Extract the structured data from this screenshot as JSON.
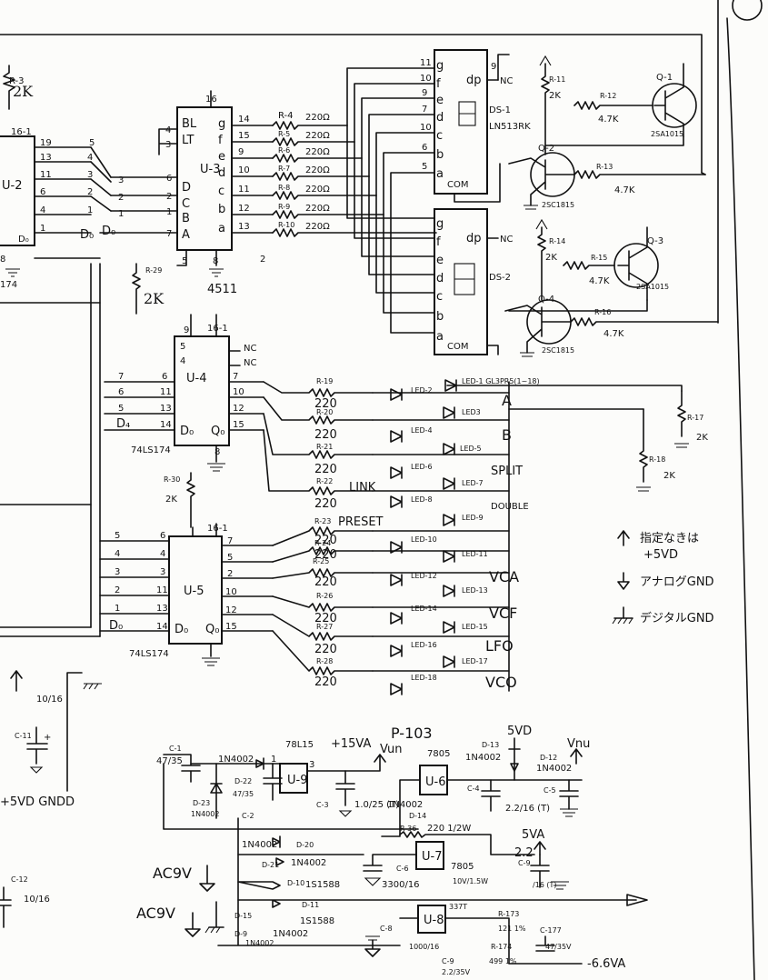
{
  "chips": {
    "u2": "U-2",
    "u2_part": "174",
    "u3": "U-3",
    "u3_bl": "BL",
    "u3_lt": "LT",
    "u3_part": "4511",
    "u4": "U-4",
    "u5": "U-5",
    "ls174": "74LS174",
    "u6": "U-6",
    "u6_part": "7805",
    "u7": "U-7",
    "u7_note": "10V/1.5W",
    "u8": "U-8",
    "u8_part": "337T",
    "u9": "U-9",
    "u9_part": "78L15"
  },
  "pins": {
    "p16": "16",
    "p16_1": "16-1",
    "d0": "D₀",
    "q0": "Q₀",
    "nc": "NC"
  },
  "displays": {
    "ds1": "DS-1",
    "ds2": "DS-2",
    "part": "LN513RK"
  },
  "transistors": {
    "q1": "Q-1",
    "q2": "Q-2",
    "q3": "Q-3",
    "q4": "Q-4",
    "pnp": "2SA1015",
    "npn": "2SC1815"
  },
  "resistors": {
    "r3": "R-3",
    "r3_val": "2K",
    "r4": "R-4",
    "r220": "220Ω",
    "r220n": "220",
    "r2k": "2K",
    "r47k": "4.7K",
    "r11": "R-11",
    "r12": "R-12",
    "r13": "R-13",
    "r14": "R-14",
    "r15": "R-15",
    "r16": "R-16",
    "r17": "R-17",
    "r18": "R-18",
    "r19": "R-19",
    "r29": "R-29",
    "r30": "R-30",
    "r36": "R-36",
    "r36_val": "220 1/2W",
    "r173": "R-173",
    "r173_val": "121 1%",
    "r174": "R-174",
    "r174_val": "499 1%"
  },
  "leds": {
    "led1": "LED-1 GL3PR5(1~18)"
  },
  "functions": {
    "a": "A",
    "b": "B",
    "split": "SPLIT",
    "link": "LINK",
    "double": "DOUBLE",
    "preset": "PRESET",
    "vca": "VCA",
    "vcf": "VCF",
    "lfo": "LFO",
    "vco": "VCO"
  },
  "legend": {
    "default_line1": "指定なきは",
    "default_line2": "+5VD",
    "analog_gnd": "アナログGND",
    "digital_gnd": "デジタルGND"
  },
  "caps": {
    "c1": "C-1",
    "c1_val": "47/35",
    "c2": "C-2",
    "c2_val": "47/35",
    "c3": "C-3",
    "c3_val": "1.0/25 (T)",
    "c4": "C-4",
    "c4_val": "2.2/16 (T)",
    "c5": "C-5",
    "c6": "C-6",
    "c6_val": "3300/16",
    "c8": "C-8",
    "c8_val": "1000/16",
    "c9": "C-9",
    "c9_val": "2.2",
    "c9_type": "/16 (T)",
    "c9b": "C-9",
    "c9b_val": "2.2/35V",
    "c11": "C-11",
    "c11_val": "10/16",
    "c12": "C-12",
    "c12_val": "10/16",
    "c177": "C-177",
    "c177_val": "47/35V"
  },
  "diodes": {
    "part": "1N4002",
    "part_small": "1S1588",
    "d9": "D-9",
    "d10": "D-10",
    "d11": "D-11",
    "d12": "D-12",
    "d13": "D-13",
    "d14": "D-14",
    "d15": "D-15",
    "d20": "D-20",
    "d21": "D-21",
    "d22": "D-22",
    "d23": "D-23"
  },
  "power": {
    "p103": "P-103",
    "plus15va": "+15VA",
    "vun": "Vun",
    "five_vd": "5VD",
    "vnu": "Vnu",
    "five_va": "5VA",
    "ac9v": "AC9V",
    "minus_6va": "-6.6VA",
    "vd_gndd": "+5VD GNDD"
  }
}
